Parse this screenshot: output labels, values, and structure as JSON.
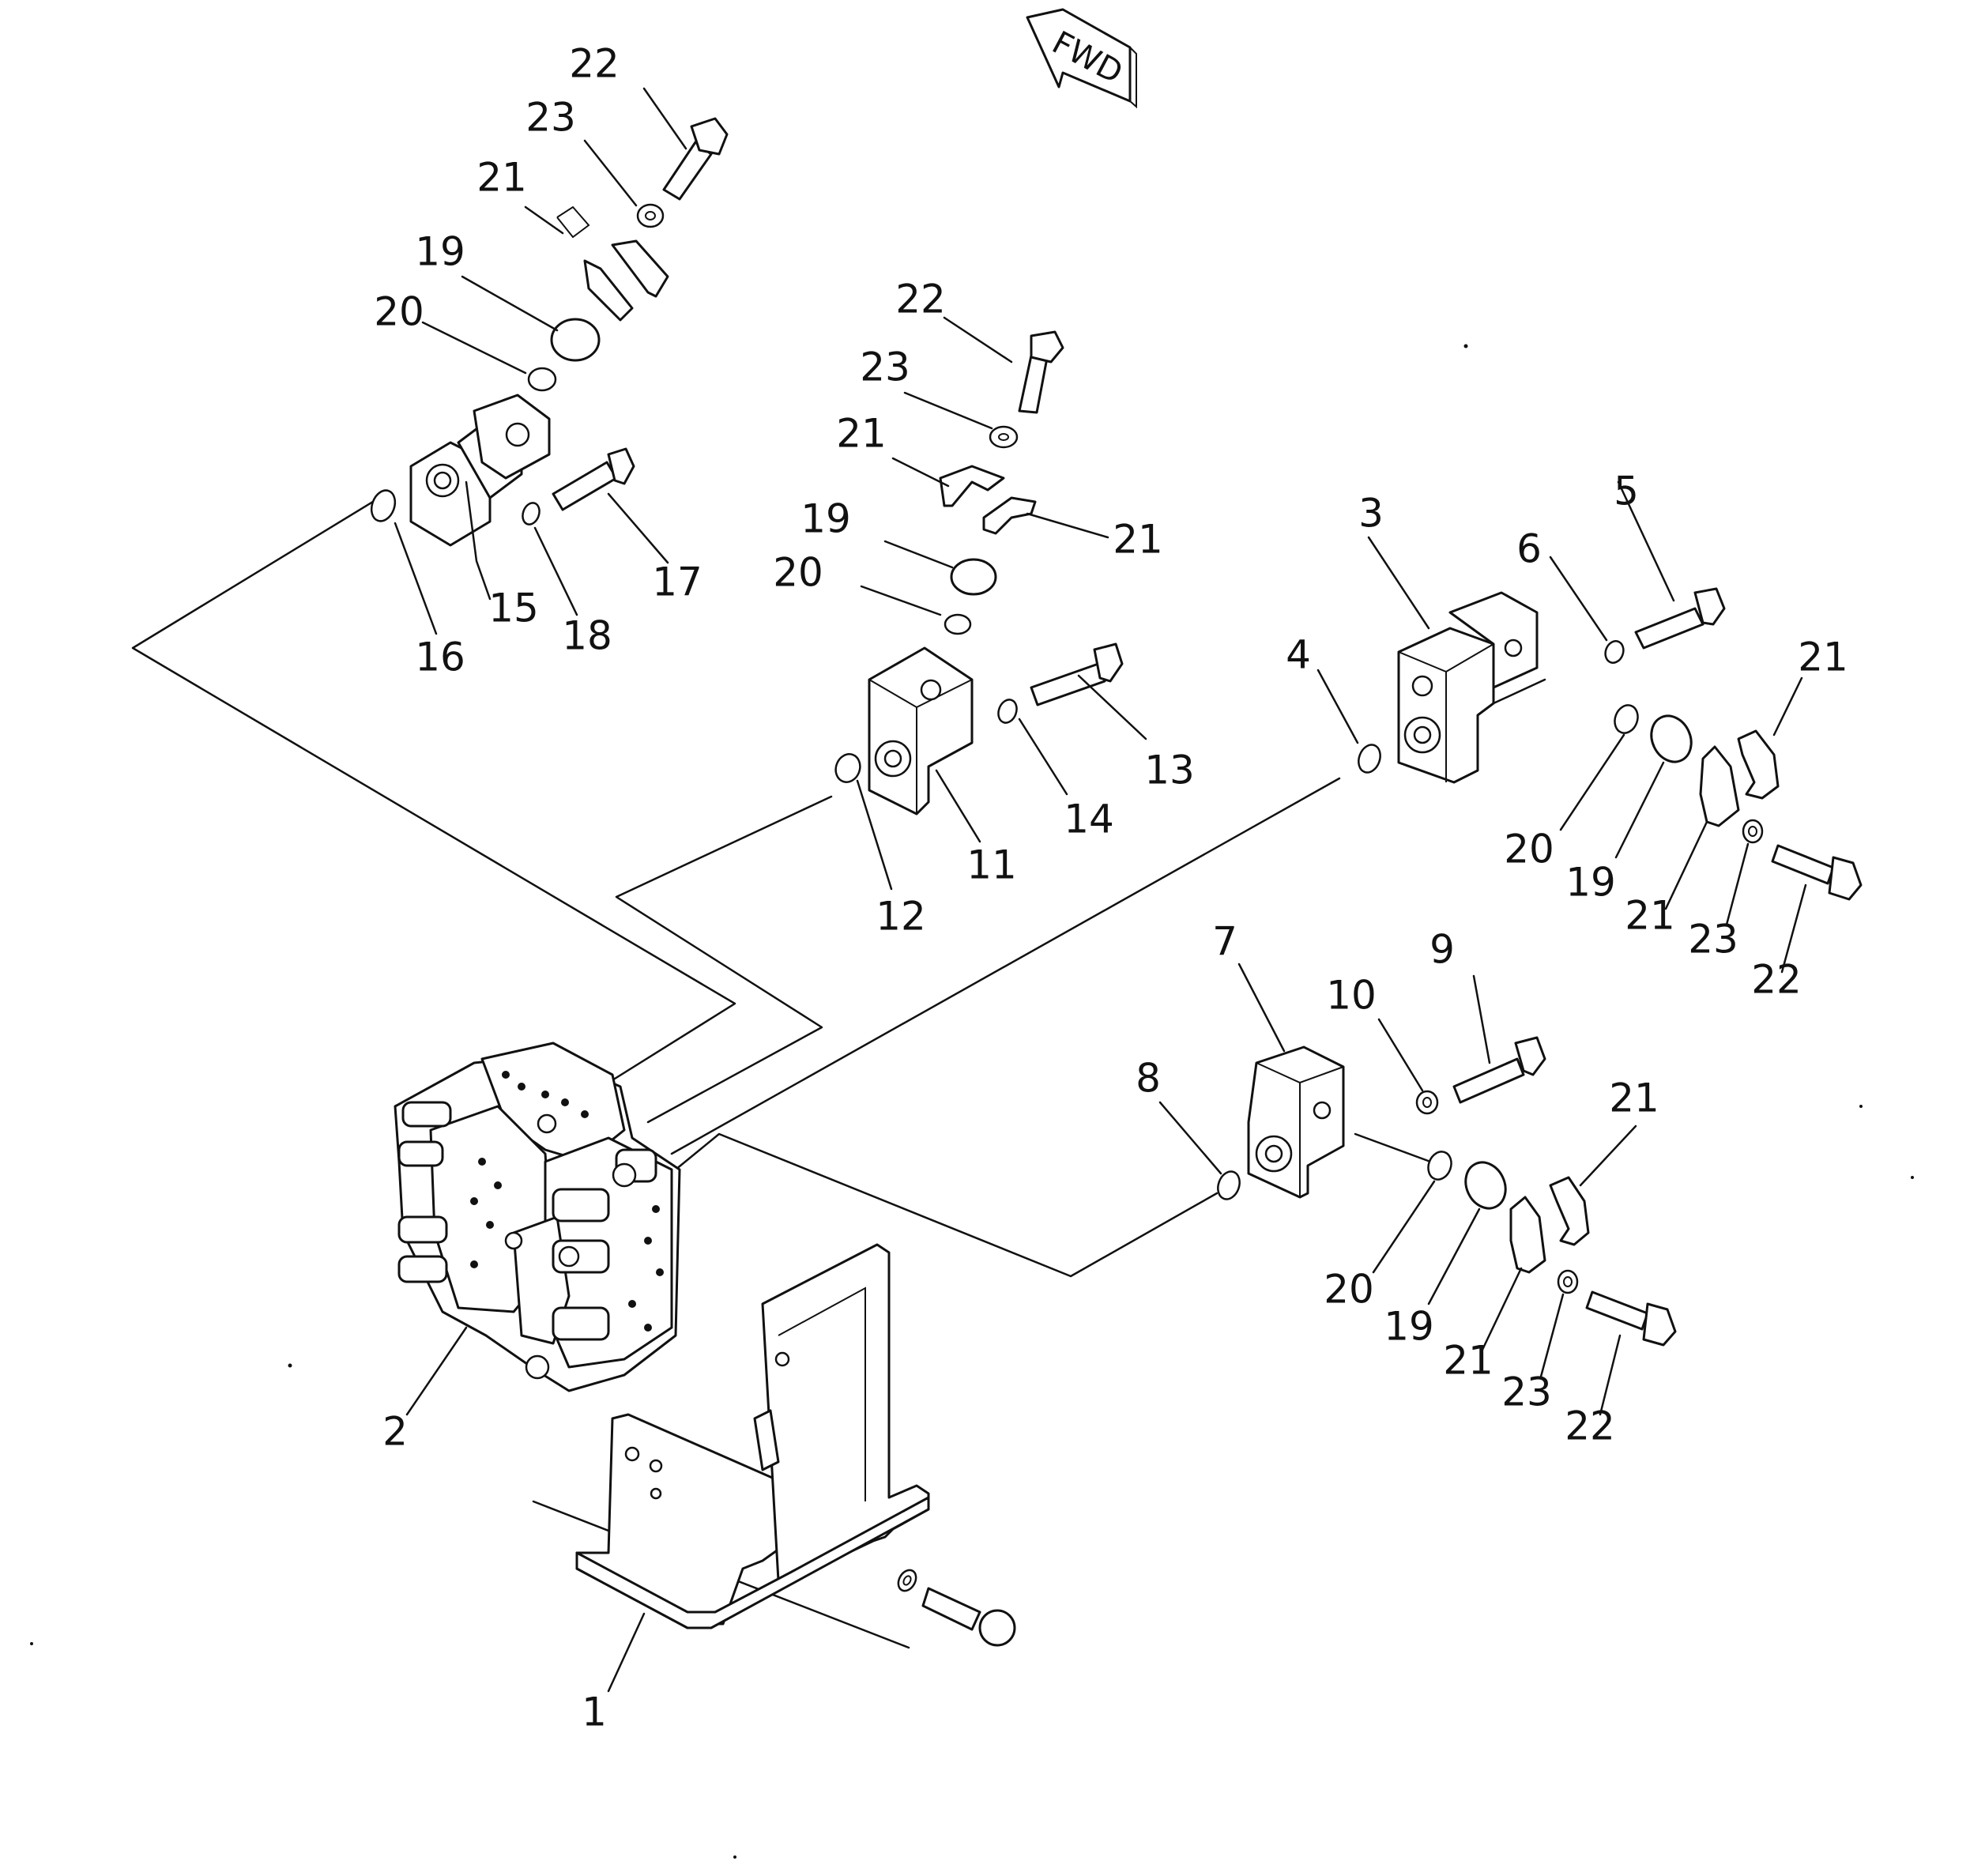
{
  "direction_sign": {
    "text": "FWD"
  },
  "callouts": [
    "22",
    "23",
    "21",
    "19",
    "20",
    "16",
    "15",
    "18",
    "17",
    "22",
    "23",
    "21",
    "21",
    "19",
    "20",
    "12",
    "11",
    "14",
    "13",
    "3",
    "5",
    "6",
    "4",
    "21",
    "20",
    "19",
    "21",
    "23",
    "22",
    "7",
    "9",
    "10",
    "8",
    "21",
    "20",
    "19",
    "21",
    "23",
    "22",
    "2",
    "1"
  ],
  "colors": {
    "ink": "#111111",
    "paper": "#ffffff"
  }
}
